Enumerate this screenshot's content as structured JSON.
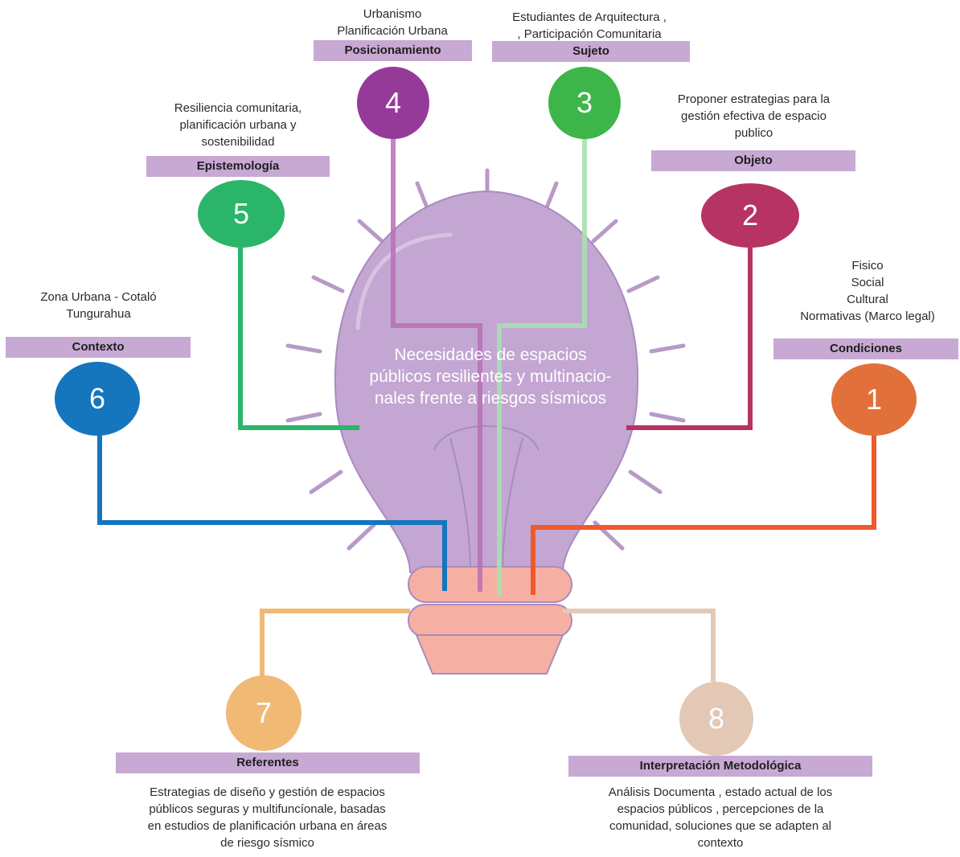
{
  "colors": {
    "bulb": "#c3a6d2",
    "base_peach": "#f6b0a3",
    "label_bg": "#c7a9d4",
    "c1": "#e2703b",
    "c2": "#b63363",
    "c3": "#3db548",
    "c4": "#963a9a",
    "c5": "#2ab56a",
    "c6": "#1575bd",
    "c7": "#f0b974",
    "c8": "#e2c8b5"
  },
  "center": {
    "lines": [
      "Necesidades de espacios",
      "públicos  resilientes y multinacio-",
      "nales frente a riesgos sísmicos"
    ]
  },
  "nodes": {
    "n1": {
      "number": "1",
      "label": "Condiciones",
      "desc": [
        "Fisico",
        "Social",
        "Cultural",
        "Normativas (Marco legal)"
      ]
    },
    "n2": {
      "number": "2",
      "label": "Objeto",
      "desc": [
        "Proponer estrategias para la",
        "gestión efectiva de espacio",
        "publico"
      ]
    },
    "n3": {
      "number": "3",
      "label": "Sujeto",
      "desc": [
        "Estudiantes de Arquitectura ,",
        ", Participación Comunitaria"
      ]
    },
    "n4": {
      "number": "4",
      "label": "Posicionamiento",
      "desc": [
        "Urbanismo",
        "Planificación Urbana"
      ]
    },
    "n5": {
      "number": "5",
      "label": "Epistemología",
      "desc": [
        "Resiliencia comunitaria,",
        "planificación urbana y",
        "sostenibilidad"
      ]
    },
    "n6": {
      "number": "6",
      "label": "Contexto",
      "desc": [
        "Zona Urbana - Cotaló",
        "Tungurahua"
      ]
    },
    "n7": {
      "number": "7",
      "label": "Referentes",
      "desc": [
        "Estrategias de diseño y gestión de espacios",
        "públicos seguras y multifuncíonale, basadas",
        "en estudios de planificación urbana en áreas",
        "de riesgo sísmico"
      ]
    },
    "n8": {
      "number": "8",
      "label": "Interpretación  Metodológica",
      "desc": [
        "Análisis Documenta ,  estado actual de los",
        "espacios públicos , percepciones de la",
        "comunidad, soluciones que se adapten al",
        "contexto"
      ]
    }
  }
}
